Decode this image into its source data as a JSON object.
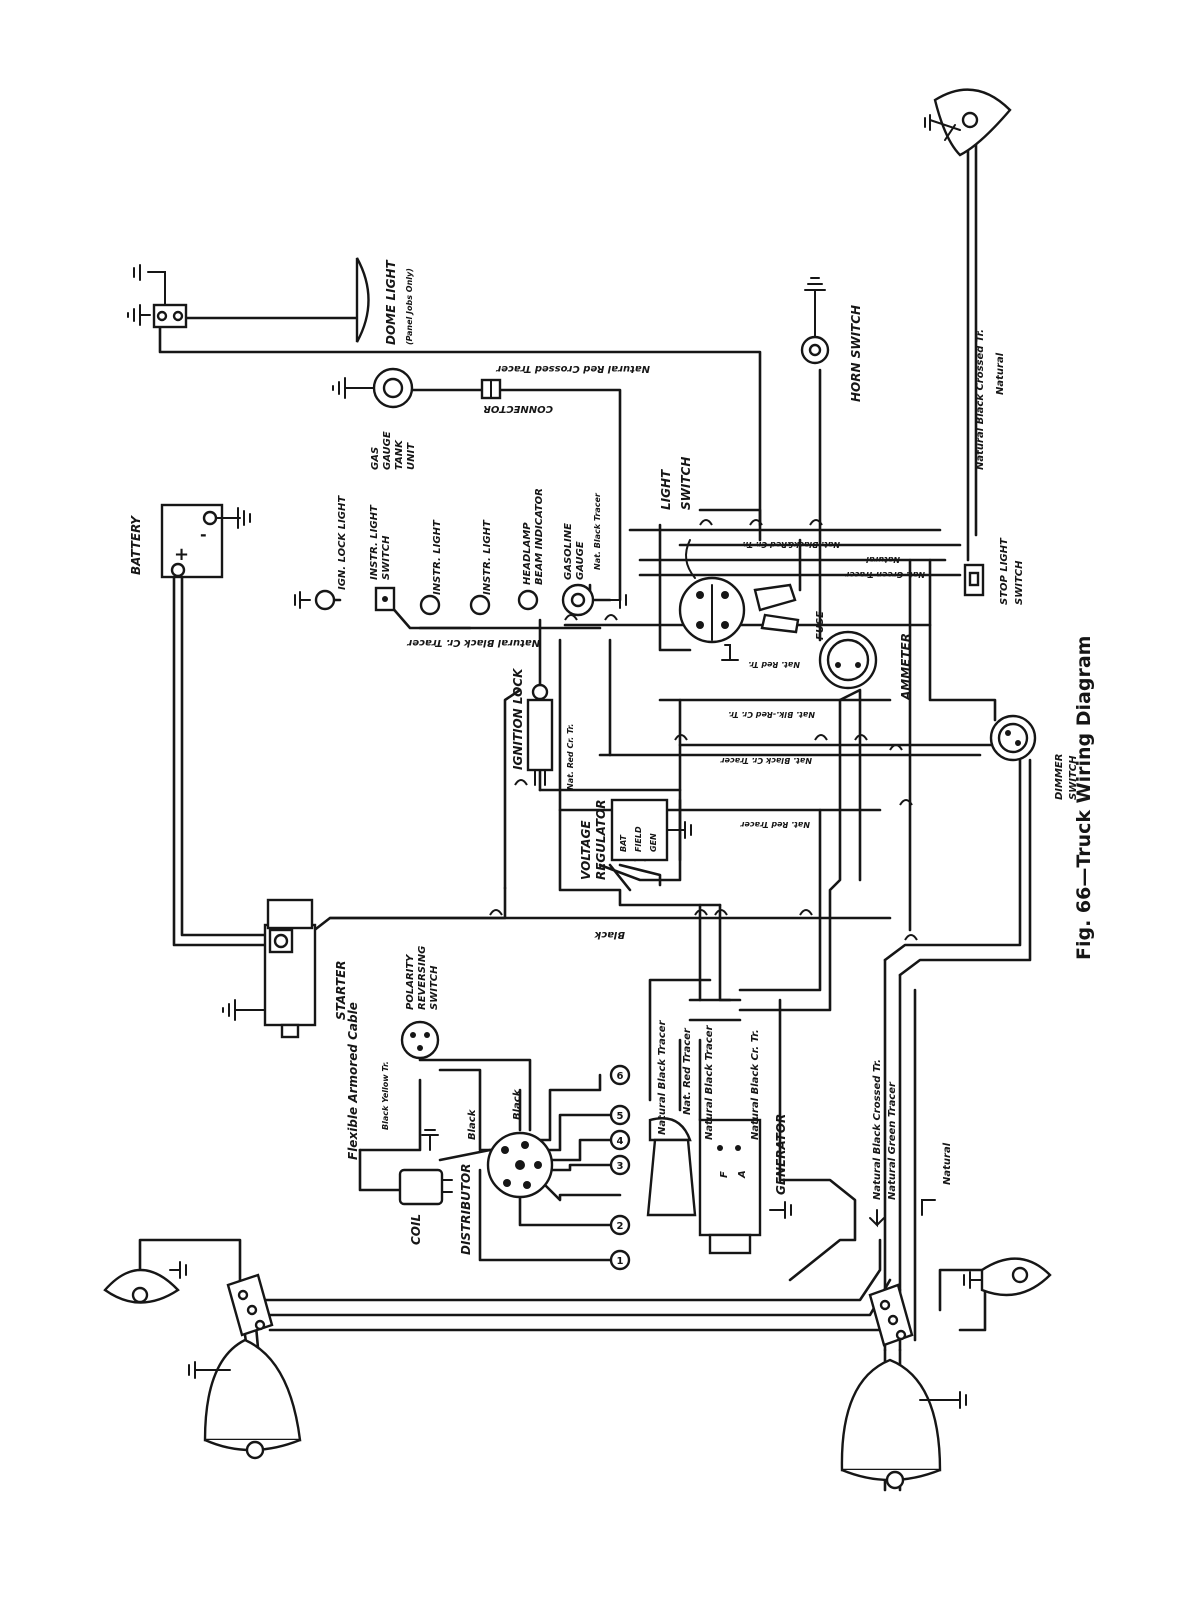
{
  "caption": "Fig. 66—Truck Wiring Diagram",
  "labels": {
    "battery": "BATTERY",
    "plus": "+",
    "minus": "-",
    "dome_light": "DOME LIGHT",
    "dome_light_note": "(Panel Jobs Only)",
    "gas_gauge_tank_unit_1": "GAS",
    "gas_gauge_tank_unit_2": "GAUGE",
    "gas_gauge_tank_unit_3": "TANK",
    "gas_gauge_tank_unit_4": "UNIT",
    "connector": "CONNECTOR",
    "horn_switch": "HORN SWITCH",
    "ign_lock_light": "IGN. LOCK LIGHT",
    "instr_light_switch_1": "INSTR. LIGHT",
    "instr_light_switch_2": "SWITCH",
    "instr_light_1": "INSTR. LIGHT",
    "instr_light_2": "INSTR. LIGHT",
    "headlamp_beam_1": "HEADLAMP",
    "headlamp_beam_2": "BEAM INDICATOR",
    "gasoline_gauge_1": "GASOLINE",
    "gasoline_gauge_2": "GAUGE",
    "light_switch_1": "LIGHT",
    "light_switch_2": "SWITCH",
    "fuse": "FUSE",
    "ammeter": "AMMETER",
    "stop_light_switch_1": "STOP LIGHT",
    "stop_light_switch_2": "SWITCH",
    "dimmer_switch_1": "DIMMER",
    "dimmer_switch_2": "SWITCH",
    "ignition_lock": "IGNITION LOCK",
    "voltage_regulator_1": "VOLTAGE",
    "voltage_regulator_2": "REGULATOR",
    "reg_bat": "BAT",
    "reg_field": "FIELD",
    "reg_gen": "GEN",
    "starter": "STARTER",
    "flexible_armored_cable": "Flexible Armored Cable",
    "polarity_switch_1": "POLARITY",
    "polarity_switch_2": "REVERSING",
    "polarity_switch_3": "SWITCH",
    "coil": "COIL",
    "distributor": "DISTRIBUTOR",
    "generator": "GENERATOR",
    "gen_f": "F",
    "gen_a": "A"
  },
  "wires": {
    "natural_red_crossed_tracer": "Natural Red Crossed Tracer",
    "nat_black_tracer": "Nat. Black Tracer",
    "natural_black_cr_tracer": "Natural Black Cr. Tracer",
    "nat_red_cr_tr": "Nat. Red Cr. Tr.",
    "nat_black_red_cr_tr": "Nat. Black&Red Cr. Tr.",
    "natural_1": "Natural",
    "nat_green_tracer": "Nat. Green Tracer",
    "nat_red_tr": "Nat. Red Tr.",
    "nat_blk_red_cr_tr": "Nat. Blk.-Red Cr. Tr.",
    "nat_black_cr_tracer": "Nat. Black Cr. Tracer",
    "nat_red_tracer": "Nat. Red Tracer",
    "black_1": "Black",
    "black_2": "Black",
    "black_3": "Black",
    "black_yellow_tr": "Black Yellow Tr.",
    "natural_black_crossed_tr_top": "Natural Black Crossed Tr.",
    "natural_top": "Natural",
    "natural_black_tracer_1": "Natural Black Tracer",
    "nat_red_tracer_2": "Nat. Red Tracer",
    "natural_black_tracer_2": "Natural Black Tracer",
    "natural_black_cr_tr": "Natural Black Cr. Tr.",
    "natural_black_crossed_tr_bottom": "Natural Black Crossed Tr.",
    "natural_green_tracer": "Natural Green Tracer",
    "natural_bottom": "Natural"
  },
  "distributor_terminals": [
    "1",
    "2",
    "3",
    "4",
    "5",
    "6"
  ]
}
